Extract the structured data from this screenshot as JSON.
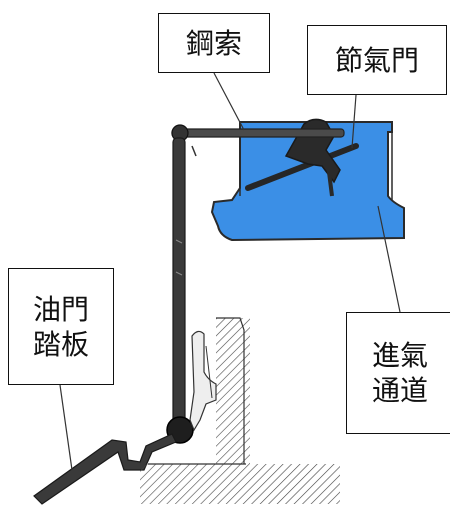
{
  "labels": {
    "cable": "鋼索",
    "throttle_valve": "節氣門",
    "accelerator_pedal": [
      "油門",
      "踏板"
    ],
    "intake_passage": [
      "進氣",
      "通道"
    ]
  },
  "colors": {
    "intake_fill": "#3b8fe6",
    "intake_outline": "#2a2a2a",
    "mechanism": "#3a3a3a",
    "pivot": "#1e1e1e",
    "hatch": "#444444",
    "leader": "#333333",
    "box_border": "#111111",
    "background": "#ffffff"
  }
}
